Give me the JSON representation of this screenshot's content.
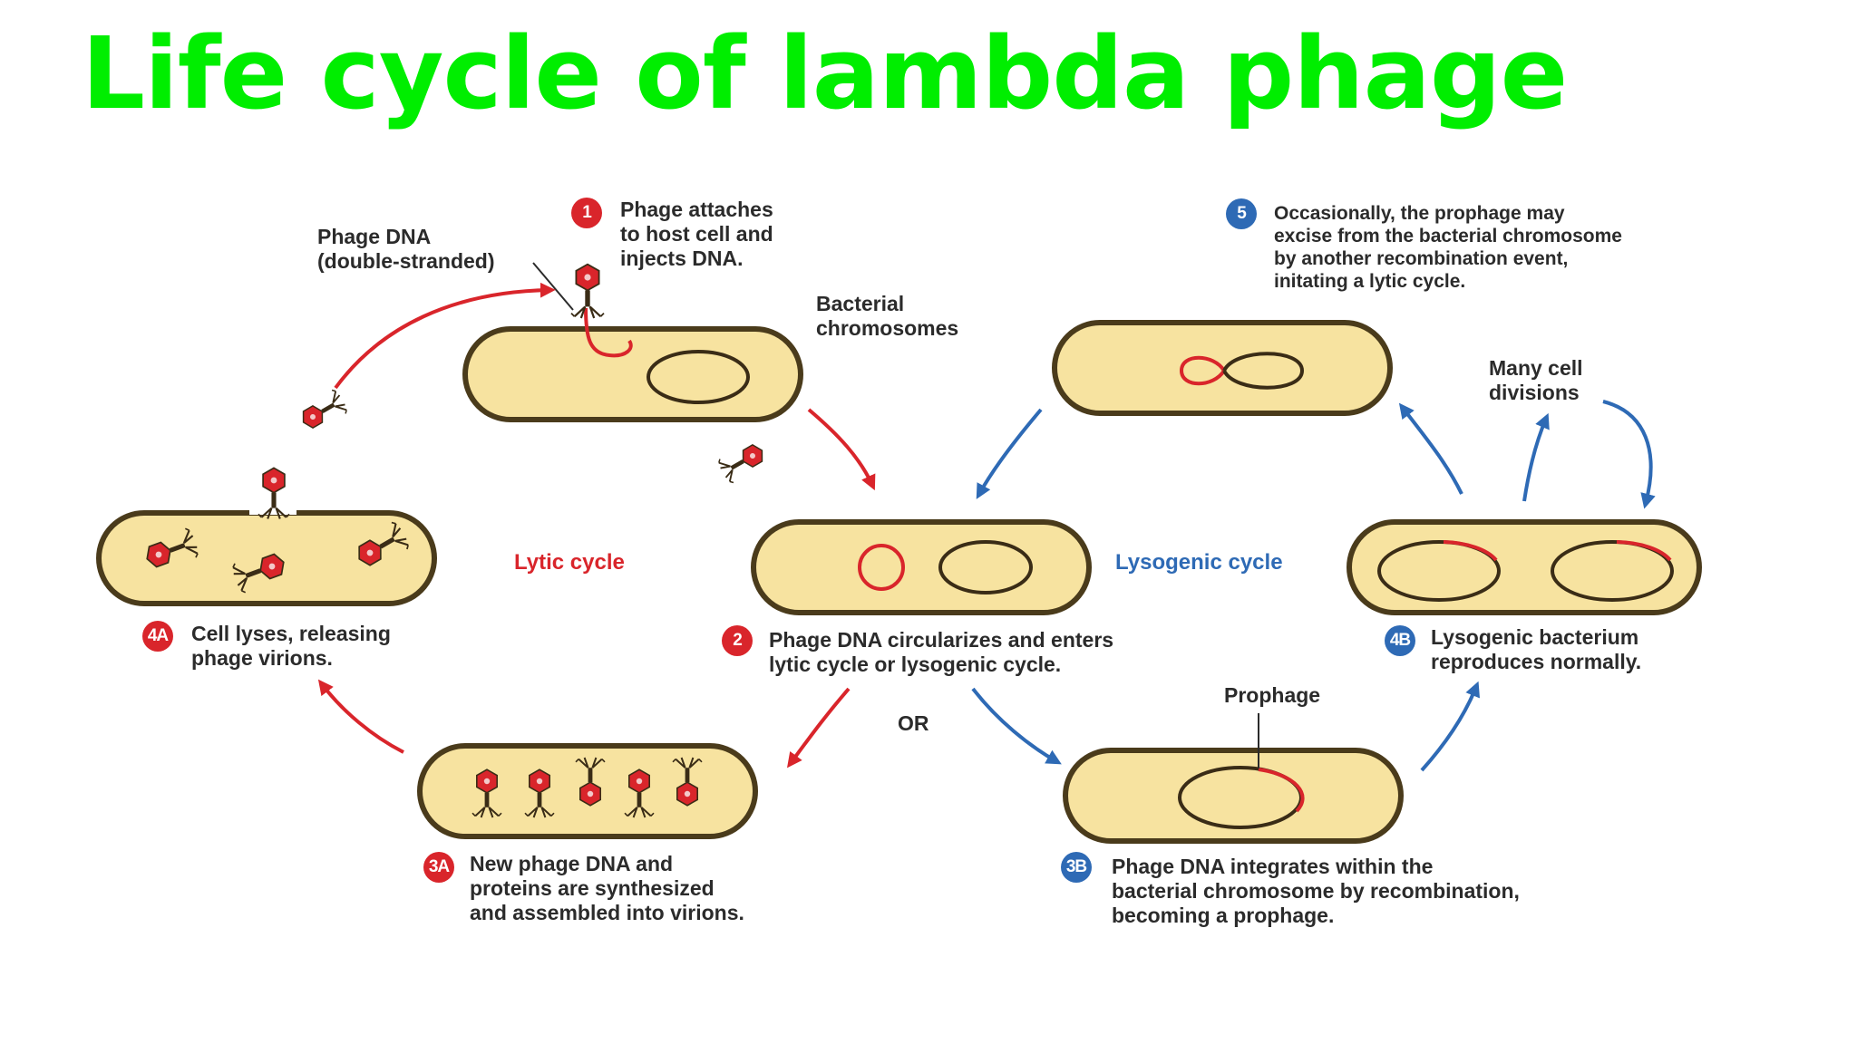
{
  "title": "Life cycle of lambda phage",
  "colors": {
    "title": "#00ee00",
    "lytic": "#d9252b",
    "lysogenic": "#2e6ab5",
    "cell_fill": "#f7e3a0",
    "cell_border": "#4a3b1b"
  },
  "labels": {
    "phage_dna": [
      "Phage DNA",
      "(double-stranded)"
    ],
    "bacterial_chromosomes": [
      "Bacterial",
      "chromosomes"
    ],
    "lytic_cycle": "Lytic cycle",
    "lysogenic_cycle": "Lysogenic cycle",
    "or": "OR",
    "prophage": "Prophage",
    "many_cell_divisions": [
      "Many cell",
      "divisions"
    ]
  },
  "steps": [
    {
      "badge": "1",
      "lines": [
        "Phage attaches",
        "to host cell and",
        "injects DNA."
      ]
    },
    {
      "badge": "2",
      "lines": [
        "Phage DNA circularizes and enters",
        "lytic cycle or lysogenic cycle."
      ]
    },
    {
      "badge": "3A",
      "lines": [
        "New phage DNA and",
        "proteins are synthesized",
        "and assembled into virions."
      ]
    },
    {
      "badge": "4A",
      "lines": [
        "Cell lyses, releasing",
        "phage virions."
      ]
    },
    {
      "badge": "3B",
      "lines": [
        "Phage DNA integrates within the",
        "bacterial chromosome by recombination,",
        "becoming a prophage."
      ]
    },
    {
      "badge": "4B",
      "lines": [
        "Lysogenic bacterium",
        "reproduces normally."
      ]
    },
    {
      "badge": "5",
      "lines": [
        "Occasionally, the prophage may",
        "excise from the bacterial chromosome",
        "by another recombination event,",
        "initating a lytic cycle."
      ]
    }
  ]
}
